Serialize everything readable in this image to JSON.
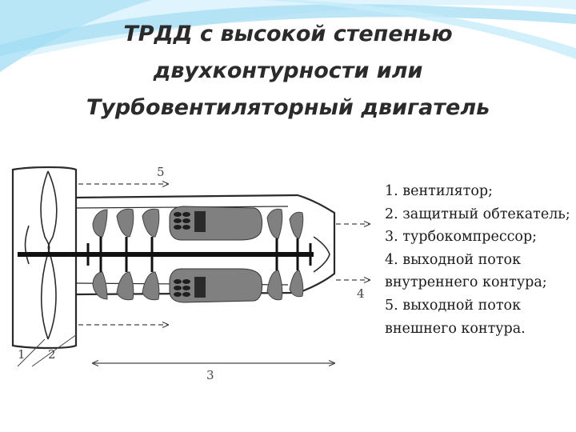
{
  "title": {
    "line1": "ТРДД с высокой степенью",
    "line2": "двухконтурности или",
    "line3": "Турбовентиляторный двигатель"
  },
  "diagram": {
    "labels": {
      "n1": "1",
      "n2": "2",
      "n3": "3",
      "n4": "4",
      "n5": "5"
    }
  },
  "legend": {
    "items": [
      "1. вентилятор;",
      "2. защитный обтекатель;",
      "3. турбокомпрессор;",
      "4. выходной поток внутреннего контура;",
      "5. выходной поток внешнего контура."
    ]
  },
  "colors": {
    "accent_light": "#cfeefa",
    "accent_mid": "#9fdcf2",
    "title_text": "#2b2b2b",
    "blade_fill": "#808080",
    "outline": "#2a2a2a"
  }
}
